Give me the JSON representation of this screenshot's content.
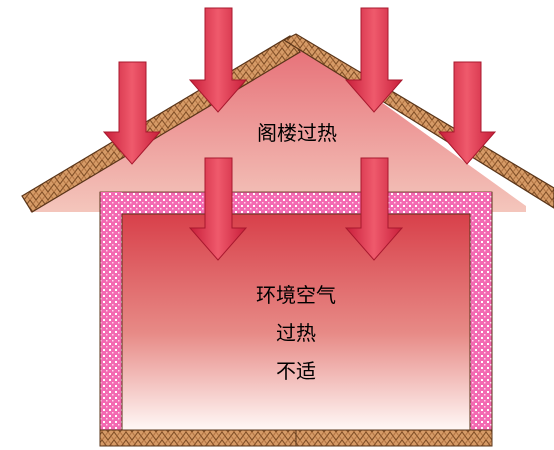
{
  "labels": {
    "attic": "阁楼过热",
    "room_line1": "环境空气",
    "room_line2": "过热",
    "room_line3": "不适"
  },
  "colors": {
    "heat_arrow": "#e0304a",
    "attic_fill_top": "#e7737a",
    "attic_fill_bottom": "#f3c2b8",
    "room_fill_top": "#d9434b",
    "room_fill_bottom": "#fff7f5",
    "roof_wood": "#c98a57",
    "insulation": "#f060a8"
  },
  "icons": {
    "arrow": "down-arrow-icon"
  }
}
